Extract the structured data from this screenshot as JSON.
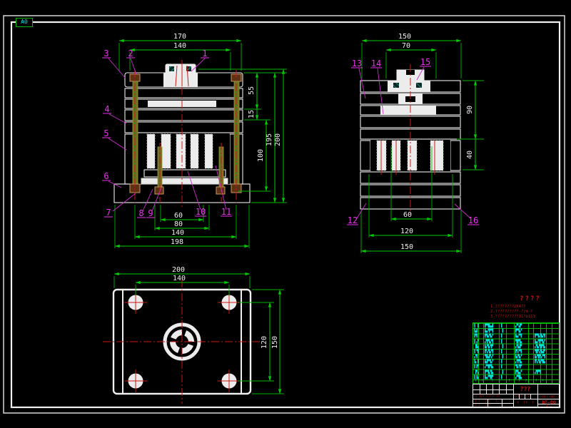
{
  "sheet": {
    "format": "A0",
    "colors": {
      "background": "#000000",
      "outline_white": "#ececec",
      "dimension_green": "#00cc00",
      "hatch_cyan": "#22dcdc",
      "balloon_magenta": "#ea30ea",
      "centerline_red": "#cf1616",
      "note_red": "#d01414",
      "bom_text_cyan": "#00dcdc",
      "bolt_olive": "#6e6e26"
    }
  },
  "front": {
    "dim_w1": "170",
    "dim_w2": "140",
    "dim_h1": "55",
    "dim_h2": "15",
    "dim_h3": "100",
    "dim_h4": "195",
    "dim_h5": "200",
    "dim_b1": "60",
    "dim_b2": "80",
    "dim_b3": "140",
    "dim_b4": "198",
    "balloons": {
      "b1": "1",
      "b2": "2",
      "b3": "3",
      "b4": "4",
      "b5": "5",
      "b6": "6",
      "b7": "7",
      "b8": "8",
      "b9": "9",
      "b10": "10",
      "b11": "11"
    }
  },
  "side": {
    "dim_w1": "150",
    "dim_w2": "70",
    "dim_h1": "90",
    "dim_h2": "40",
    "dim_b1": "60",
    "dim_b2": "120",
    "dim_b3": "150",
    "balloons": {
      "b12": "12",
      "b13": "13",
      "b14": "14",
      "b15": "15",
      "b16": "16"
    }
  },
  "plan": {
    "dim_w1": "200",
    "dim_w2": "140",
    "dim_h1": "120",
    "dim_h2": "150"
  },
  "notes": {
    "l1": "????",
    "l2": "1.????????2X4??",
    "l3": "2.??????????-?/m-?",
    "l4": "3.??????????11?b113"
  },
  "bom": {
    "col_no": "▌▐\n▙▌\n▛▌\n▌▞\n▐▙\n▌▜\n▞▌\n▙▐\n▌▛\n▐▚\n▌▙",
    "col_name": "▛▜▙▟\n▙▞▛▜\n▛▙▜▞\n▞▛▙▜\n▙▜▞▛\n▛▞▙▜\n▜▙▛▞\n▙▛▜▞\n▞▜▛▙\n▛▜▞▙\n▙▞▜▛",
    "col_qty": "▌\n▐\n▌\n▌\n▐\n▌\n▐\n▌\n▌\n▐\n▌",
    "col_material": "▞▚▛\n▛▜▞\n▙▞▜\n▜▛▙\n▞▙▛\n▛▞▜\n▙▜▞\n▞▛▙\n▜▞▛\n▛▙▞\n▞▜▙",
    "col_remark": "\n\n▛▜▞▙▜\n▙▞▛▜▞\n▞▙▜▛▙\n▜▛▞▙▛\n▙▜▛▞▜\n▛▞▙▜▙\n\n▞▛▜\n",
    "header": "? ?  ? ?  ?  ? ?  ? ?"
  },
  "title_block": {
    "title": "???",
    "sub_row": "??? ? ? ?",
    "mid_bottom": "?  ??  ?",
    "spec": "??????????-?",
    "drawing_no": "BT—DO",
    "scale": "1:1",
    "sign1": "?? ??? ? ??? ??",
    "sign2": "? ?   ? ?   ?",
    "sign3": "? ?   ? ?"
  }
}
